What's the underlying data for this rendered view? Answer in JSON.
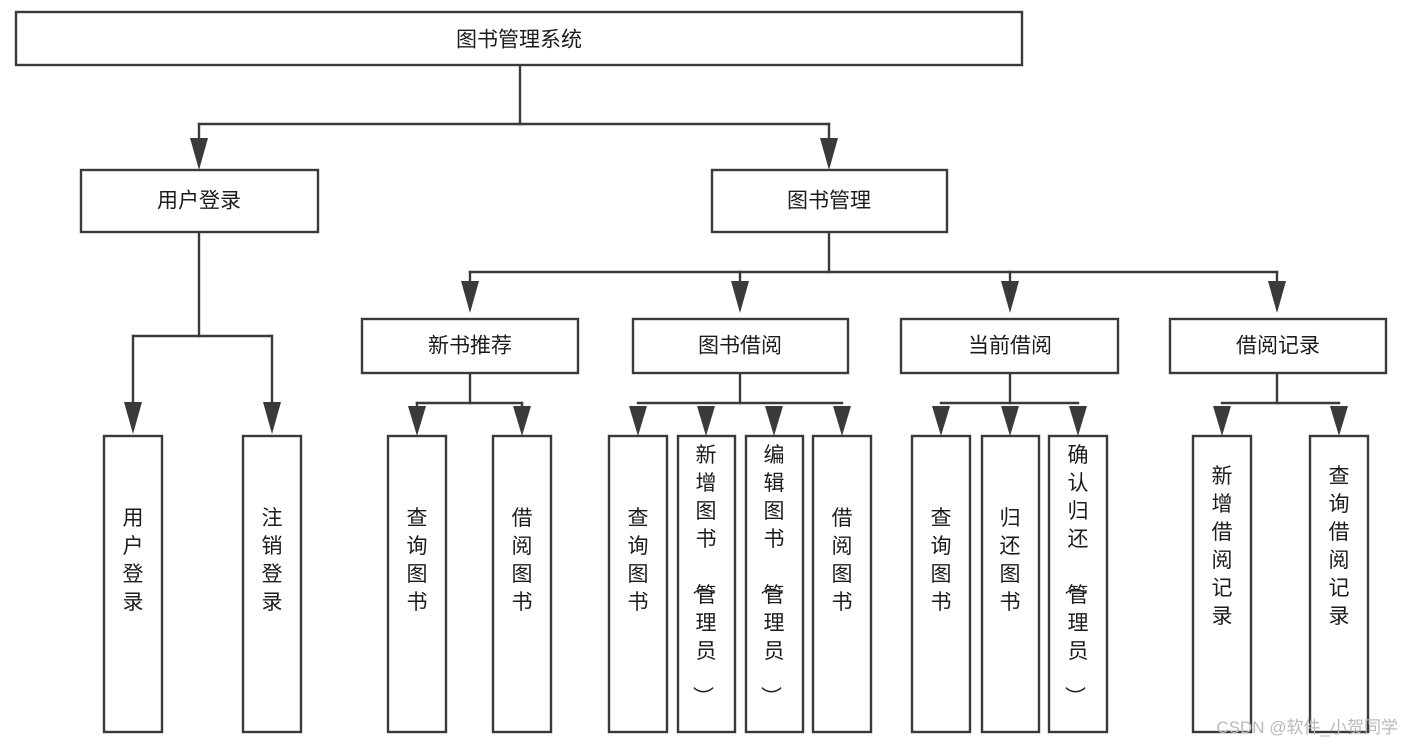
{
  "diagram": {
    "type": "tree-hierarchy",
    "title": "图书管理系统",
    "orientation": "top-down",
    "nodes": {
      "root": {
        "label": "图书管理系统",
        "level": 0
      },
      "user_login": {
        "label": "用户登录",
        "level": 1
      },
      "book_manage": {
        "label": "图书管理",
        "level": 1
      },
      "new_book_rec": {
        "label": "新书推荐",
        "level": 2
      },
      "book_borrow": {
        "label": "图书借阅",
        "level": 2
      },
      "current_borrow": {
        "label": "当前借阅",
        "level": 2
      },
      "borrow_record": {
        "label": "借阅记录",
        "level": 2
      }
    },
    "leaves": {
      "user_login": [
        {
          "label": "用户登录"
        },
        {
          "label": "注销登录"
        }
      ],
      "new_book_rec": [
        {
          "label": "查询图书"
        },
        {
          "label": "借阅图书"
        }
      ],
      "book_borrow": [
        {
          "label": "查询图书"
        },
        {
          "label": "新增图书（管理员）"
        },
        {
          "label": "编辑图书（管理员）"
        },
        {
          "label": "借阅图书"
        }
      ],
      "current_borrow": [
        {
          "label": "查询图书"
        },
        {
          "label": "归还图书"
        },
        {
          "label": "确认归还（管理员）"
        }
      ],
      "borrow_record": [
        {
          "label": "新增借阅记录"
        },
        {
          "label": "查询借阅记录"
        }
      ]
    }
  },
  "watermark": {
    "text": "CSDN @软件_小贺同学"
  },
  "colors": {
    "box_stroke": "#3a3a3a",
    "box_fill": "#ffffff",
    "text": "#1c1c1c",
    "watermark": "#b9b9b9",
    "background": "#ffffff"
  }
}
